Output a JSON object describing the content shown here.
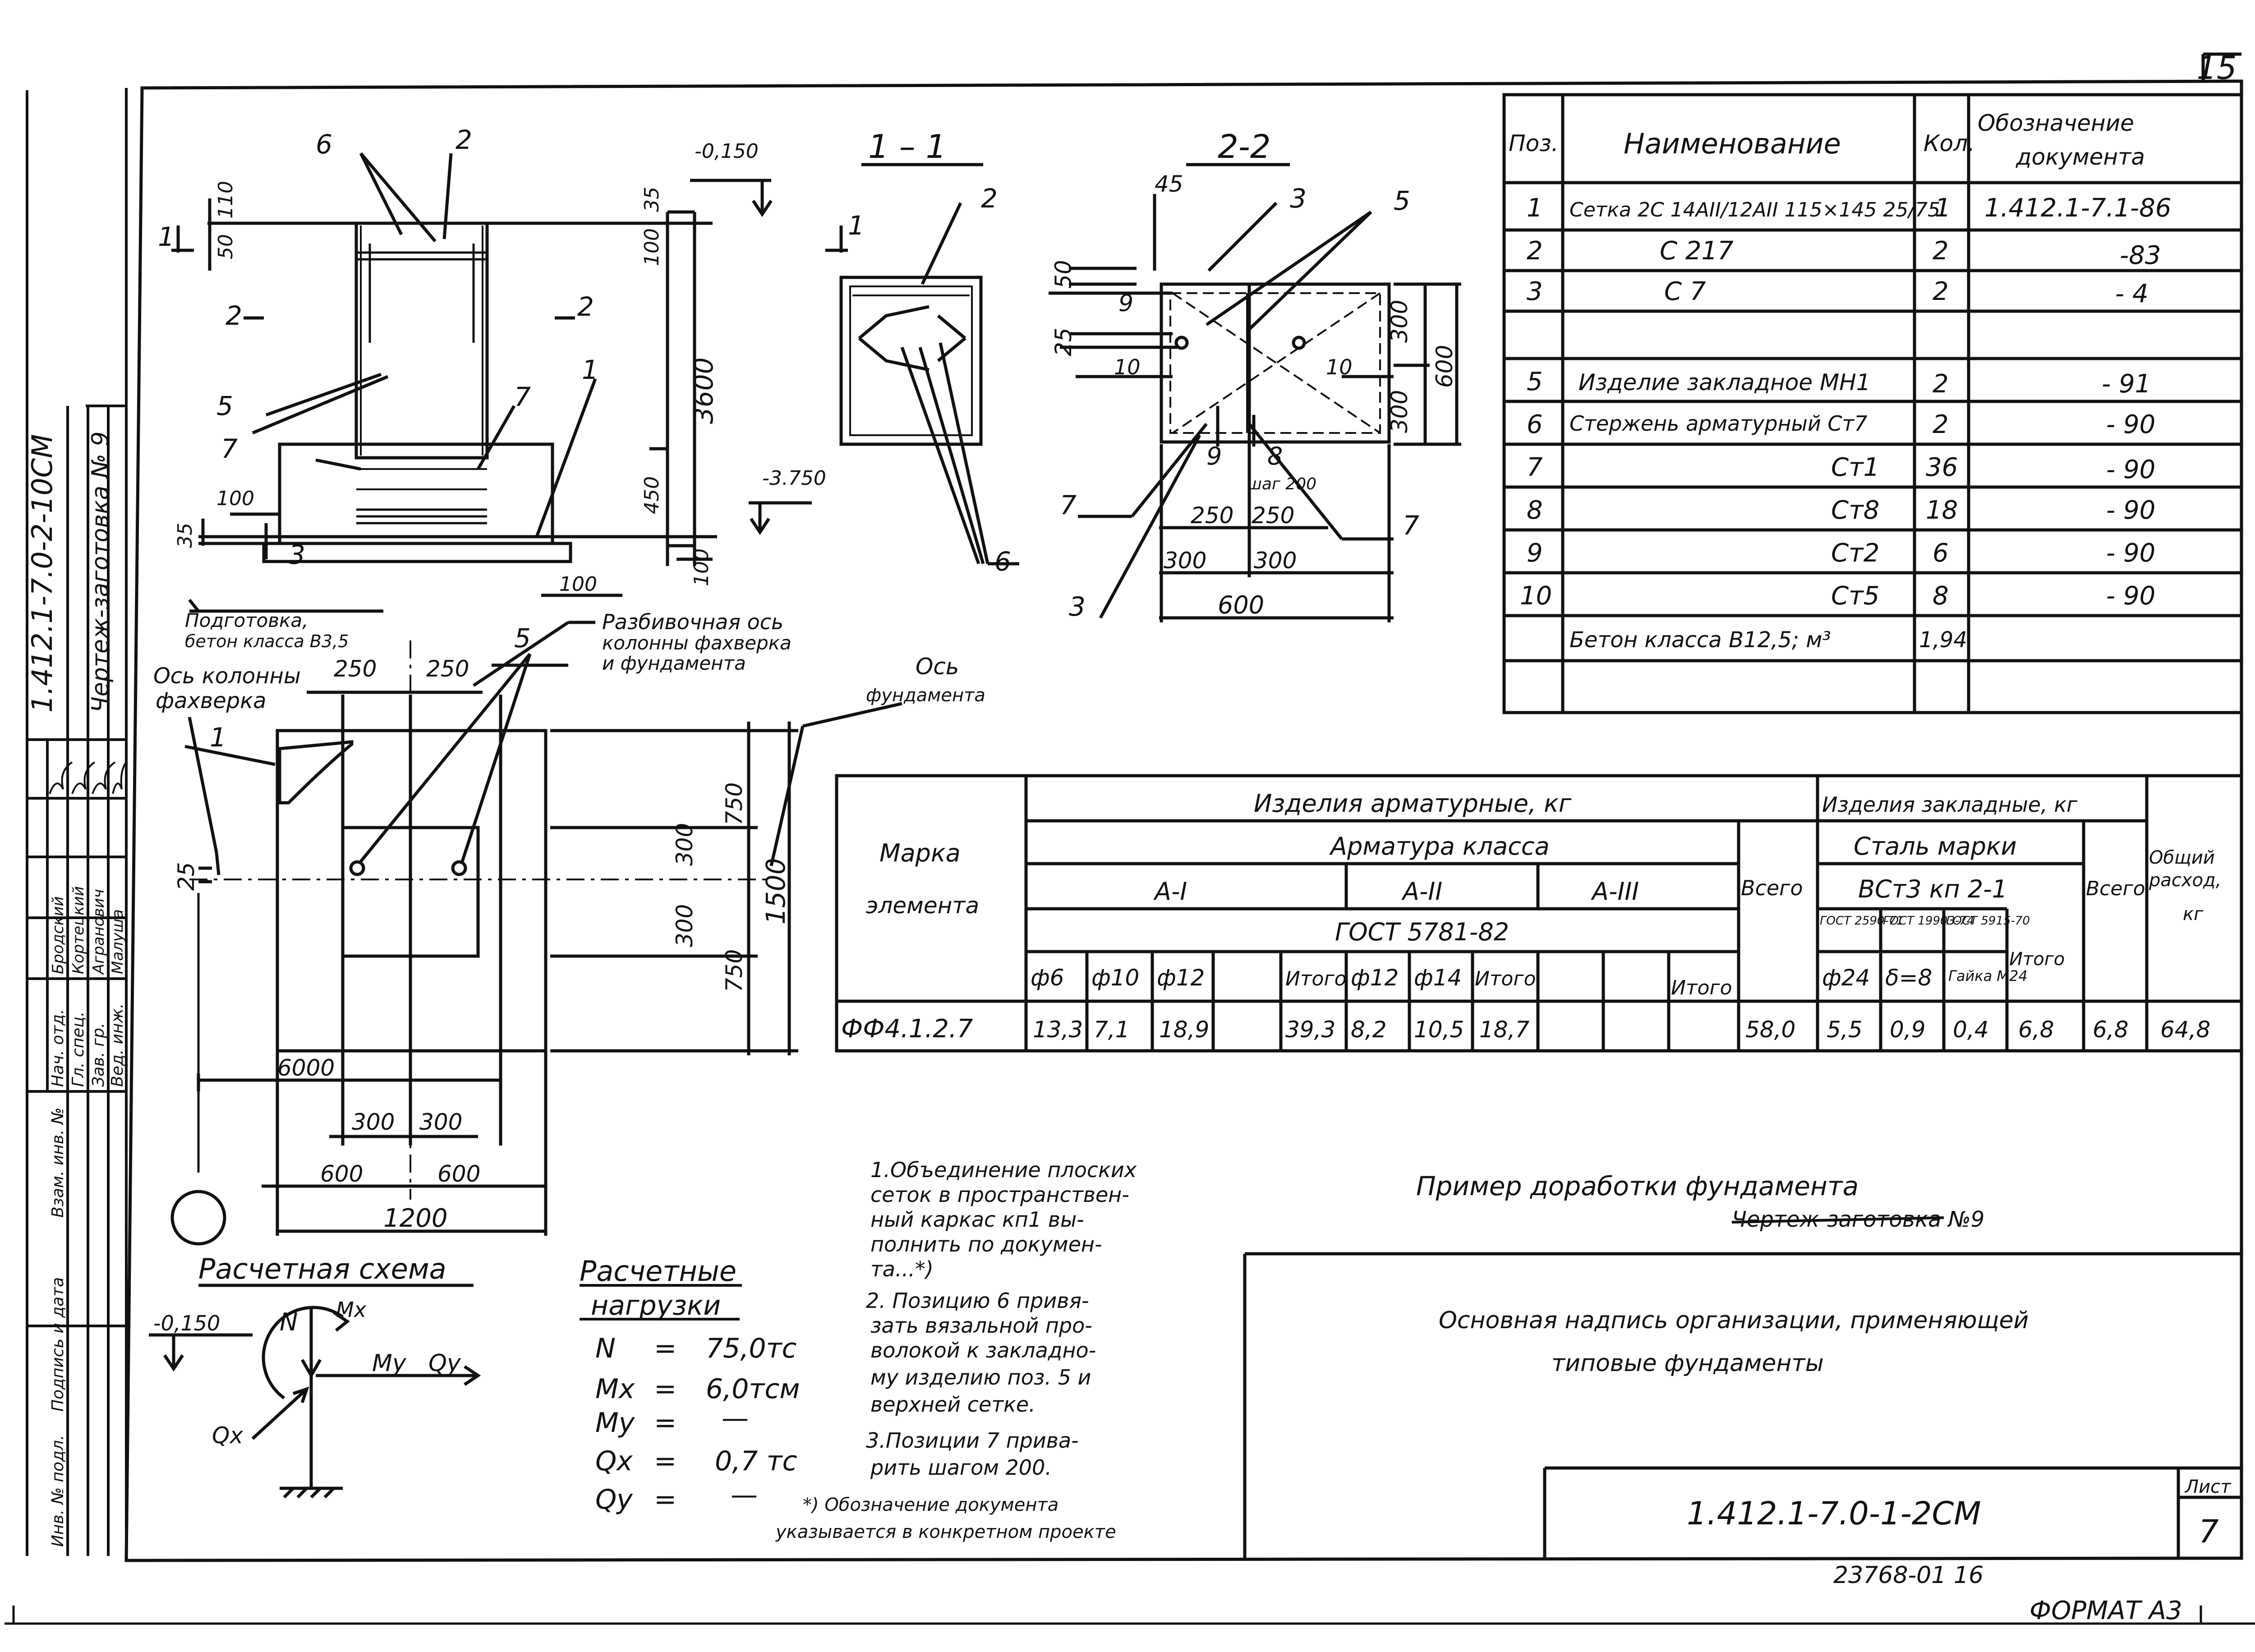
{
  "sheet": {
    "page_no": "15",
    "format_label": "ФОРМАТ А3",
    "archive_no": "23768-01 16",
    "sheet_label": "Лист",
    "sheet_no": "7"
  },
  "side_stamp": {
    "code": "1.412.1-7.0-2-10СМ",
    "blank_label": "Чертеж-заготовка № 9",
    "roles": [
      "Нач. отд.",
      "Гл. спец.",
      "Зав. гр.",
      "Вед. инж."
    ],
    "names": [
      "Бродский",
      "Кортецкий",
      "Агранович",
      "Малуша"
    ],
    "cols": [
      "Инв. № подл.",
      "Подпись и дата",
      "Взам. инв. №"
    ]
  },
  "elevation": {
    "labels": {
      "pos6": "6",
      "pos2": "2",
      "pos5": "5",
      "pos7a": "7",
      "pos1": "1",
      "pos7b": "7",
      "pos3": "3",
      "cut11": "1",
      "cut22": "2",
      "dim_50": "50",
      "dim_110": "110",
      "dim_35": "35",
      "dim_100": "100",
      "dim_3600": "3600",
      "dim_450": "450",
      "dim_100b": "100",
      "dim_35b": "35",
      "dim_100c": "100",
      "dim_100d": "100",
      "lvl_top": "-0,150",
      "lvl_bot": "-3.750"
    },
    "prep_note": "Подготовка,",
    "prep_note2": "бетон класса В3,5"
  },
  "section11": {
    "title": "1 – 1",
    "pos2": "2",
    "pos6": "6"
  },
  "section22": {
    "title": "2-2",
    "labels": {
      "d45": "45",
      "d50": "50",
      "d25": "25",
      "p3": "3",
      "p5": "5",
      "p9": "9",
      "p10a": "10",
      "p10b": "10",
      "p7a": "7",
      "p7b": "7",
      "p9b": "9",
      "p8": "8",
      "p3b": "3",
      "step": "шаг 200",
      "d300a": "300",
      "d300b": "300",
      "d600": "600",
      "d250a": "250",
      "d250b": "250",
      "d300c": "300",
      "d300d": "300",
      "d600b": "600"
    }
  },
  "plan": {
    "axis_col": "Ось колонны фахверка",
    "axis_split": "Разбивочная ось колонны фахверка и фундамента",
    "axis_fnd": "Ось фундамента",
    "labels": {
      "p1": "1",
      "p5": "5",
      "d250a": "250",
      "d250b": "250",
      "d25": "25",
      "d300a": "300",
      "d300b": "300",
      "d750a": "750",
      "d750b": "750",
      "d1500": "1500",
      "d6000": "6000",
      "d300c": "300",
      "d300d": "300",
      "d600a": "600",
      "d600b": "600",
      "d1200": "1200"
    }
  },
  "spec_table": {
    "headers": [
      "Поз.",
      "Наименование",
      "Кол.",
      "Обозначение документа"
    ],
    "rows": [
      {
        "pos": "1",
        "name": "Сетка 2С 14АII/12АII 115×145 25/75",
        "qty": "1",
        "doc": "1.412.1-7.1-86"
      },
      {
        "pos": "2",
        "name": "С 217",
        "qty": "2",
        "doc": "-83"
      },
      {
        "pos": "3",
        "name": "С 7",
        "qty": "2",
        "doc": "- 4"
      },
      {
        "pos": "",
        "name": "",
        "qty": "",
        "doc": ""
      },
      {
        "pos": "5",
        "name": "Изделие закладное МН1",
        "qty": "2",
        "doc": "- 91"
      },
      {
        "pos": "6",
        "name": "Стержень арматурный Ст7",
        "qty": "2",
        "doc": "- 90"
      },
      {
        "pos": "7",
        "name": "Ст1",
        "qty": "36",
        "doc": "- 90"
      },
      {
        "pos": "8",
        "name": "Ст8",
        "qty": "18",
        "doc": "- 90"
      },
      {
        "pos": "9",
        "name": "Ст2",
        "qty": "6",
        "doc": "- 90"
      },
      {
        "pos": "10",
        "name": "Ст5",
        "qty": "8",
        "doc": "- 90"
      },
      {
        "pos": "",
        "name": "Бетон класса В12,5; м³",
        "qty": "1,94",
        "doc": ""
      },
      {
        "pos": "",
        "name": "",
        "qty": "",
        "doc": ""
      }
    ]
  },
  "steel_table": {
    "marka": "Марка элемента",
    "arm_items": "Изделия арматурные, кг",
    "arm_class": "Арматура класса",
    "a1": "А-I",
    "a2": "А-II",
    "a3": "А-III",
    "gost_arm": "ГОСТ 5781-82",
    "emb_items": "Изделия закладные, кг",
    "steel_grade": "Сталь марки",
    "grade": "ВСт3 кп 2-1",
    "gosts": [
      "ГОСТ 2590-71",
      "ГОСТ 19903-74",
      "ГОСТ 5915-70"
    ],
    "total": "Всего",
    "overall": "Общий расход, кг",
    "sub_headers": [
      "ф6",
      "ф10",
      "ф12",
      "",
      "Итого",
      "ф12",
      "ф14",
      "Итого",
      "",
      "",
      "Итого",
      "",
      "ф24",
      "δ=8",
      "Гайка М24",
      "Итого",
      "",
      ""
    ],
    "row": [
      "ФФ4.1.2.7",
      "13,3",
      "7,1",
      "18,9",
      "",
      "39,3",
      "8,2",
      "10,5",
      "18,7",
      "",
      "",
      "",
      "58,0",
      "5,5",
      "0,9",
      "0,4",
      "6,8",
      "6,8",
      "64,8"
    ]
  },
  "scheme": {
    "title": "Расчетная схема",
    "level": "-0,150",
    "N": "N",
    "Mx": "Mx",
    "My": "My",
    "Qy": "Qy",
    "Qx": "Qx"
  },
  "loads": {
    "title1": "Расчетные",
    "title2": "нагрузки",
    "rows": [
      {
        "k": "N",
        "v": "75,0тс"
      },
      {
        "k": "Mx",
        "v": "6,0тсм"
      },
      {
        "k": "My",
        "v": "—"
      },
      {
        "k": "Qx",
        "v": "0,7 тс"
      },
      {
        "k": "Qy",
        "v": "—"
      }
    ]
  },
  "notes": [
    "1.Объединение плоских",
    "сеток в пространствен-",
    "ный каркас кп1 вы-",
    "полнить по докумен-",
    "та...*)",
    "2. Позицию 6 привя-",
    "зать вязальной про-",
    "волокой к закладно-",
    "му изделию поз. 5 и",
    "верхней сетке.",
    "3.Позиции 7 прива-",
    "рить шагом 200.",
    "*) Обозначение документа",
    "указывается в конкретном проекте"
  ],
  "title_block": {
    "example": "Пример доработки фундамента",
    "blank_struck": "Чертеж-заготовка №9",
    "org_line1": "Основная надпись организации, применяющей",
    "org_line2": "типовые фундаменты",
    "code": "1.412.1-7.0-1-2СМ"
  }
}
